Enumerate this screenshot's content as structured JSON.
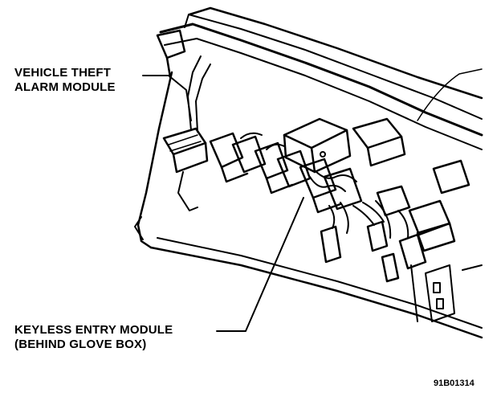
{
  "labels": {
    "theft_line1": "VEHICLE THEFT",
    "theft_line2": "ALARM MODULE",
    "keyless_line1": "KEYLESS ENTRY MODULE",
    "keyless_line2": "(BEHIND GLOVE BOX)"
  },
  "figure_code": "91B01314",
  "colors": {
    "ink": "#000000",
    "paper": "#ffffff"
  }
}
